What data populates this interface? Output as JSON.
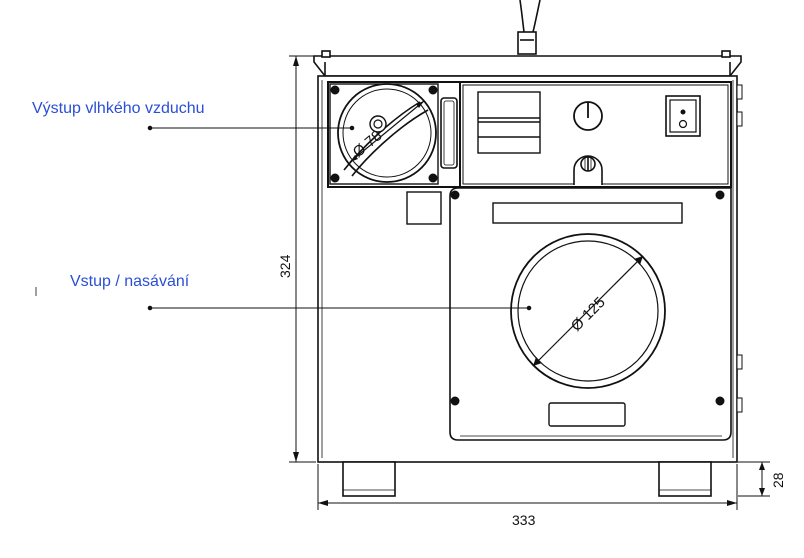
{
  "callouts": {
    "outlet_label": "Výstup vlhkého vzduchu",
    "inlet_label": "Vstup / nasávání"
  },
  "dimensions": {
    "height": "324",
    "width": "333",
    "foot_height": "28",
    "outlet_diameter": "Ø 78",
    "inlet_diameter": "Ø 125"
  },
  "colors": {
    "label_blue": "#2a4fd6",
    "line": "#111111",
    "panel_fill": "#ffffff"
  }
}
